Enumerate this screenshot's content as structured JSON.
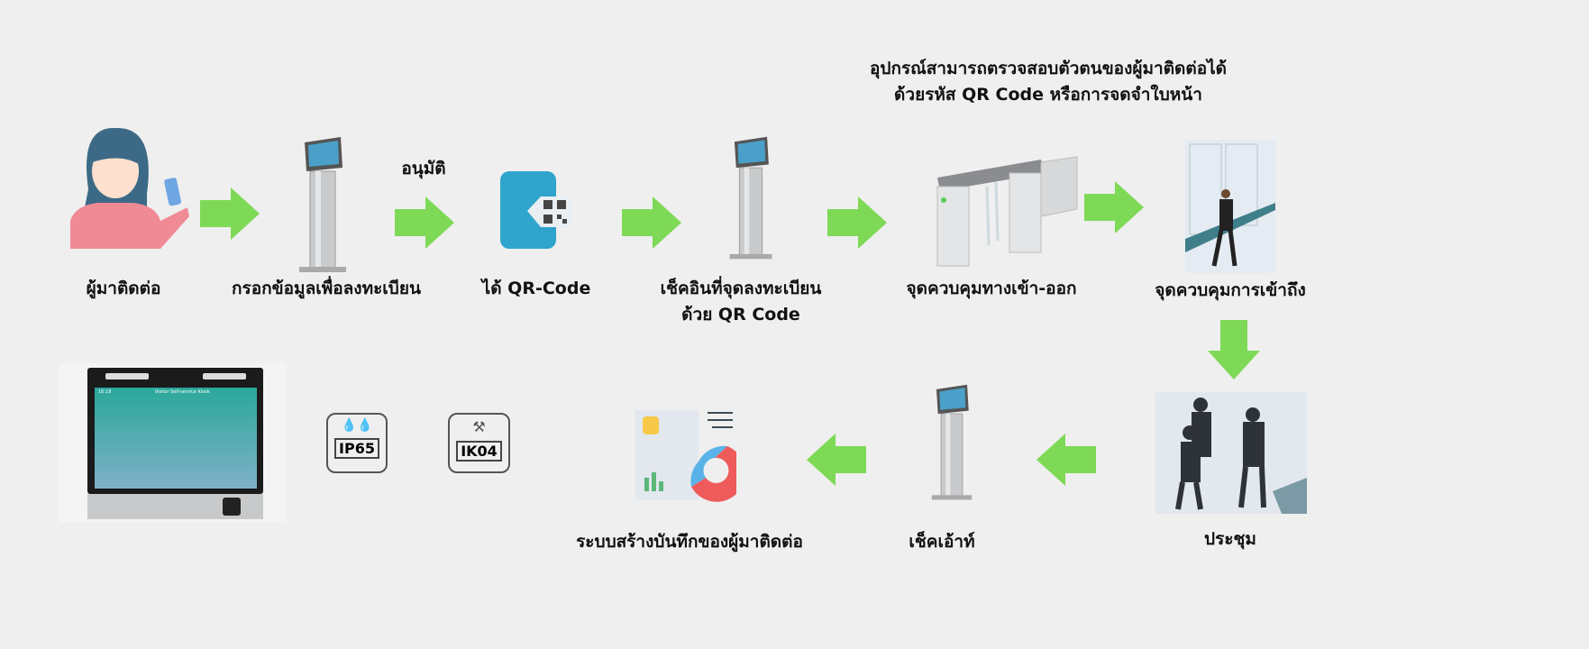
{
  "header_note": {
    "line1": "อุปกรณ์สามารถตรวจสอบตัวตนของผู้มาติดต่อได้",
    "line2": "ด้วยรหัส QR Code หรือการจดจำใบหน้า"
  },
  "approval_label": "อนุมัติ",
  "steps": [
    {
      "label": "ผู้มาติดต่อ",
      "icon": "visitor-icon"
    },
    {
      "label": "กรอกข้อมูลเพื่อลงทะเบียน",
      "icon": "kiosk-icon"
    },
    {
      "label": "ได้ QR-Code",
      "icon": "qr-phone-icon"
    },
    {
      "label": "เช็คอินที่จุดลงทะเบียน",
      "label2": "ด้วย QR Code",
      "icon": "kiosk-icon"
    },
    {
      "label": "จุดควบคุมทางเข้า-ออก",
      "icon": "turnstile-icon"
    },
    {
      "label": "จุดควบคุมการเข้าถึง",
      "icon": "access-door-icon"
    },
    {
      "label": "ประชุม",
      "icon": "meeting-icon"
    },
    {
      "label": "เช็คเอ้าท์",
      "icon": "kiosk-icon"
    },
    {
      "label": "ระบบสร้างบันทึกของผู้มาติดต่อ",
      "icon": "report-icon"
    }
  ],
  "device": {
    "screen_title": "Visitor Self-service Kiosk",
    "time": "16:18"
  },
  "badges": [
    {
      "label": "IP65",
      "icon": "water-drops-icon"
    },
    {
      "label": "IK04",
      "icon": "hammer-icon"
    }
  ],
  "colors": {
    "arrow": "#7ed957",
    "background": "#efefef"
  }
}
